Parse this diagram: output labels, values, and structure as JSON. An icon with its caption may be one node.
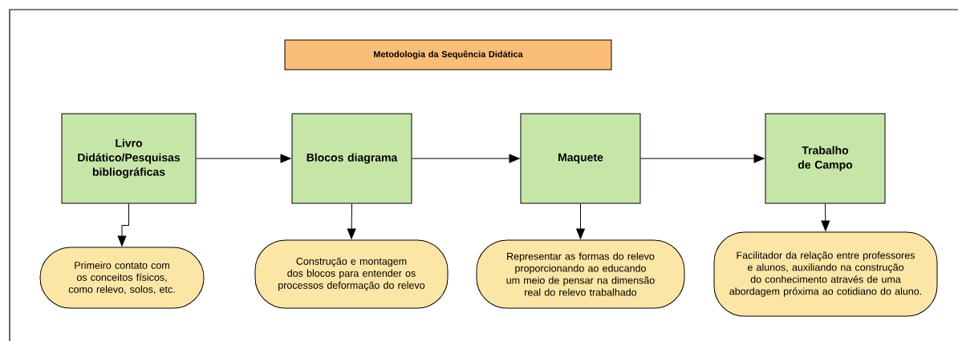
{
  "diagram": {
    "nodes": [
      {
        "text": [
          "Metodologia da Sequência Didática"
        ]
      },
      {
        "text": [
          "Livro Didático/Pesquisas bibliográficas"
        ]
      },
      {
        "text": [
          "Blocos diagrama"
        ]
      },
      {
        "text": [
          "Maquete"
        ]
      },
      {
        "text": [
          "Trabalho de Campo"
        ]
      },
      {
        "text": [
          "Primeiro contato com os conceitos físicos, como relevo, solos, etc."
        ]
      },
      {
        "text": [
          "Construção e montagem dos blocos para entender os processos deformação do relevo"
        ]
      },
      {
        "text": [
          "Representar as formas do relevo proporcionando ao educando um meio de pensar na dimensão real do relevo trabalhado"
        ]
      },
      {
        "text": [
          "Facilitador da relação entre professores e alunos, auxiliando na construção do conhecimento através de uma abordagem próxima ao cotidiano do aluno."
        ]
      }
    ],
    "edges": [
      {
        "from": 1,
        "to": 2,
        "arrow": "to"
      },
      {
        "from": 2,
        "to": 3,
        "arrow": "to"
      },
      {
        "from": 3,
        "to": 4,
        "arrow": "to"
      },
      {
        "from": 1,
        "to": 5,
        "arrow": "to"
      },
      {
        "from": 2,
        "to": 6,
        "arrow": "to"
      },
      {
        "from": 3,
        "to": 7,
        "arrow": "to"
      },
      {
        "from": 4,
        "to": 8,
        "arrow": "to"
      }
    ]
  }
}
